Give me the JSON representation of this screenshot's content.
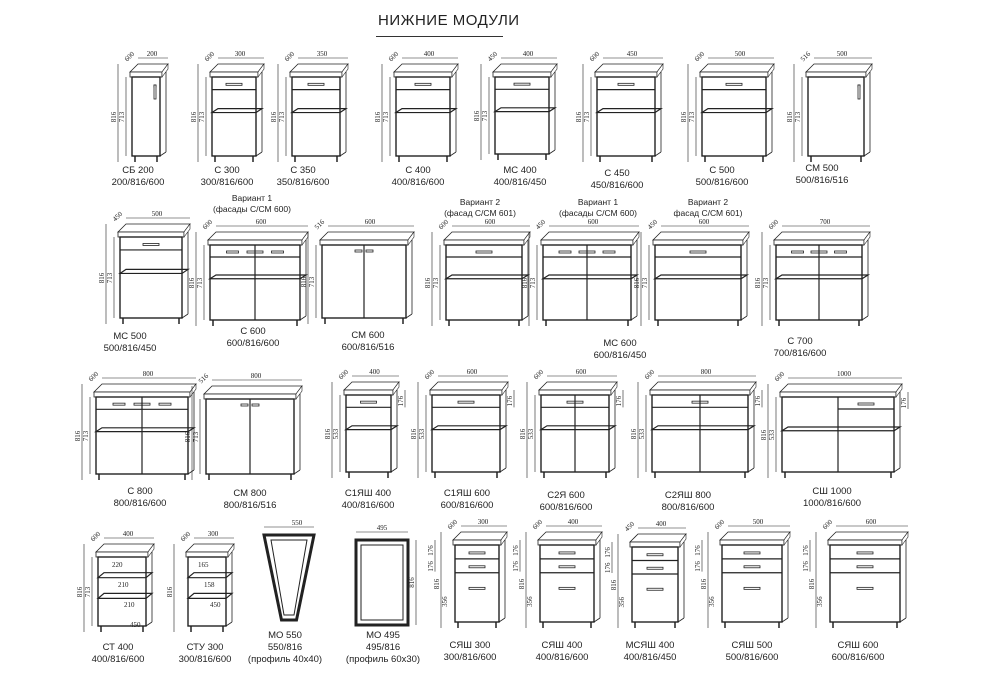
{
  "title": "НИЖНИЕ МОДУЛИ",
  "variants": [
    {
      "line1": "Вариант 1",
      "line2": "(фасады С/СМ 600)"
    },
    {
      "line1": "Вариант 2",
      "line2": "(фасад С/СМ 601)"
    },
    {
      "line1": "Вариант 1",
      "line2": "(фасады С/СМ 600)"
    },
    {
      "line1": "Вариант 2",
      "line2": "фасад С/СМ 601)"
    }
  ],
  "modules": [
    {
      "name": "СБ 200",
      "size": "200/816/600",
      "w": "200",
      "d": "600",
      "h": "816",
      "h2": "713",
      "type": "door"
    },
    {
      "name": "С 300",
      "size": "300/816/600",
      "w": "300",
      "d": "600",
      "h": "816",
      "h2": "713",
      "type": "drawer-shelf"
    },
    {
      "name": "С 350",
      "size": "350/816/600",
      "w": "350",
      "d": "600",
      "h": "816",
      "h2": "713",
      "type": "drawer-shelf"
    },
    {
      "name": "С 400",
      "size": "400/816/600",
      "w": "400",
      "d": "600",
      "h": "816",
      "h2": "713",
      "type": "drawer-shelf"
    },
    {
      "name": "МС 400",
      "size": "400/816/450",
      "w": "400",
      "d": "450",
      "h": "816",
      "h2": "713",
      "type": "drawer-shelf"
    },
    {
      "name": "С 450",
      "size": "450/816/600",
      "w": "450",
      "d": "600",
      "h": "816",
      "h2": "713",
      "type": "drawer-shelf"
    },
    {
      "name": "С 500",
      "size": "500/816/600",
      "w": "500",
      "d": "600",
      "h": "816",
      "h2": "713",
      "type": "drawer-shelf"
    },
    {
      "name": "СМ 500",
      "size": "500/816/516",
      "w": "500",
      "d": "516",
      "h": "816",
      "h2": "713",
      "type": "door"
    },
    {
      "name": "МС 500",
      "size": "500/816/450",
      "w": "500",
      "d": "450",
      "h": "816",
      "h2": "713",
      "type": "drawer-shelf"
    },
    {
      "name": "С 600",
      "size": "600/816/600",
      "w": "600",
      "d": "600",
      "h": "816",
      "h2": "713",
      "type": "drawer2-shelf"
    },
    {
      "name": "СМ 600",
      "size": "600/816/516",
      "w": "600",
      "d": "516",
      "h": "816",
      "h2": "713",
      "type": "2door"
    },
    {
      "name": "",
      "size": "",
      "w": "600",
      "d": "600",
      "h": "816",
      "h2": "713",
      "type": "drawer-shelf"
    },
    {
      "name": "МС 600",
      "size": "600/816/450",
      "w": "600",
      "d": "450",
      "h": "816",
      "h2": "713",
      "type": "drawer2-shelf"
    },
    {
      "name": "",
      "size": "",
      "w": "600",
      "d": "450",
      "h": "816",
      "h2": "713",
      "type": "drawer-shelf"
    },
    {
      "name": "С 700",
      "size": "700/816/600",
      "w": "700",
      "d": "600",
      "h": "816",
      "h2": "713",
      "type": "drawer2-shelf"
    },
    {
      "name": "С 800",
      "size": "800/816/600",
      "w": "800",
      "d": "600",
      "h": "816",
      "h2": "713",
      "type": "drawer2-shelf"
    },
    {
      "name": "СМ 800",
      "size": "800/816/516",
      "w": "800",
      "d": "516",
      "h": "816",
      "h2": "713",
      "type": "2door"
    },
    {
      "name": "С1ЯШ 400",
      "size": "400/816/600",
      "w": "400",
      "d": "600",
      "h": "816",
      "h2": "533",
      "h3": "176",
      "type": "1drawer"
    },
    {
      "name": "С1ЯШ 600",
      "size": "600/816/600",
      "w": "600",
      "d": "600",
      "h": "816",
      "h2": "533",
      "h3": "176",
      "type": "1drawer"
    },
    {
      "name": "С2Я 600",
      "size": "600/816/600",
      "w": "600",
      "d": "600",
      "h": "816",
      "h2": "533",
      "h3": "176",
      "type": "2drawer"
    },
    {
      "name": "С2ЯШ 800",
      "size": "800/816/600",
      "w": "800",
      "d": "600",
      "h": "816",
      "h2": "533",
      "h3": "176",
      "type": "2drawer"
    },
    {
      "name": "СШ 1000",
      "size": "1000/816/600",
      "w": "1000",
      "d": "600",
      "h": "816",
      "h2": "533",
      "h3": "176",
      "type": "corner"
    },
    {
      "name": "СТ 400",
      "size": "400/816/600",
      "w": "400",
      "d": "600",
      "h": "816",
      "h2": "713",
      "type": "end",
      "extra": [
        "220",
        "210",
        "210",
        "450"
      ]
    },
    {
      "name": "СТУ 300",
      "size": "300/816/600",
      "w": "300",
      "d": "600",
      "h": "816",
      "h2": "",
      "type": "open",
      "extra": [
        "165",
        "158",
        "450"
      ]
    },
    {
      "name": "МО 550",
      "size": "550/816",
      "note": "(профиль 40х40)",
      "w": "550",
      "d": "",
      "h": "816",
      "h2": "",
      "type": "trapezoid"
    },
    {
      "name": "МО 495",
      "size": "495/816",
      "note": "(профиль 60х30)",
      "w": "495",
      "d": "",
      "h": "816",
      "h2": "",
      "type": "frame"
    },
    {
      "name": "СЯШ 300",
      "size": "300/816/600",
      "w": "300",
      "d": "600",
      "h": "816",
      "h2": "356",
      "h3": "176",
      "type": "drawers3"
    },
    {
      "name": "СЯШ 400",
      "size": "400/816/600",
      "w": "400",
      "d": "600",
      "h": "816",
      "h2": "356",
      "h3": "176",
      "type": "drawers3"
    },
    {
      "name": "МСЯШ 400",
      "size": "400/816/450",
      "w": "400",
      "d": "450",
      "h": "816",
      "h2": "356",
      "h3": "176",
      "type": "drawers3"
    },
    {
      "name": "СЯШ 500",
      "size": "500/816/600",
      "w": "500",
      "d": "600",
      "h": "816",
      "h2": "356",
      "h3": "176",
      "type": "drawers3"
    },
    {
      "name": "СЯШ 600",
      "size": "600/816/600",
      "w": "600",
      "d": "600",
      "h": "816",
      "h2": "356",
      "h3": "176",
      "type": "drawers3"
    }
  ]
}
